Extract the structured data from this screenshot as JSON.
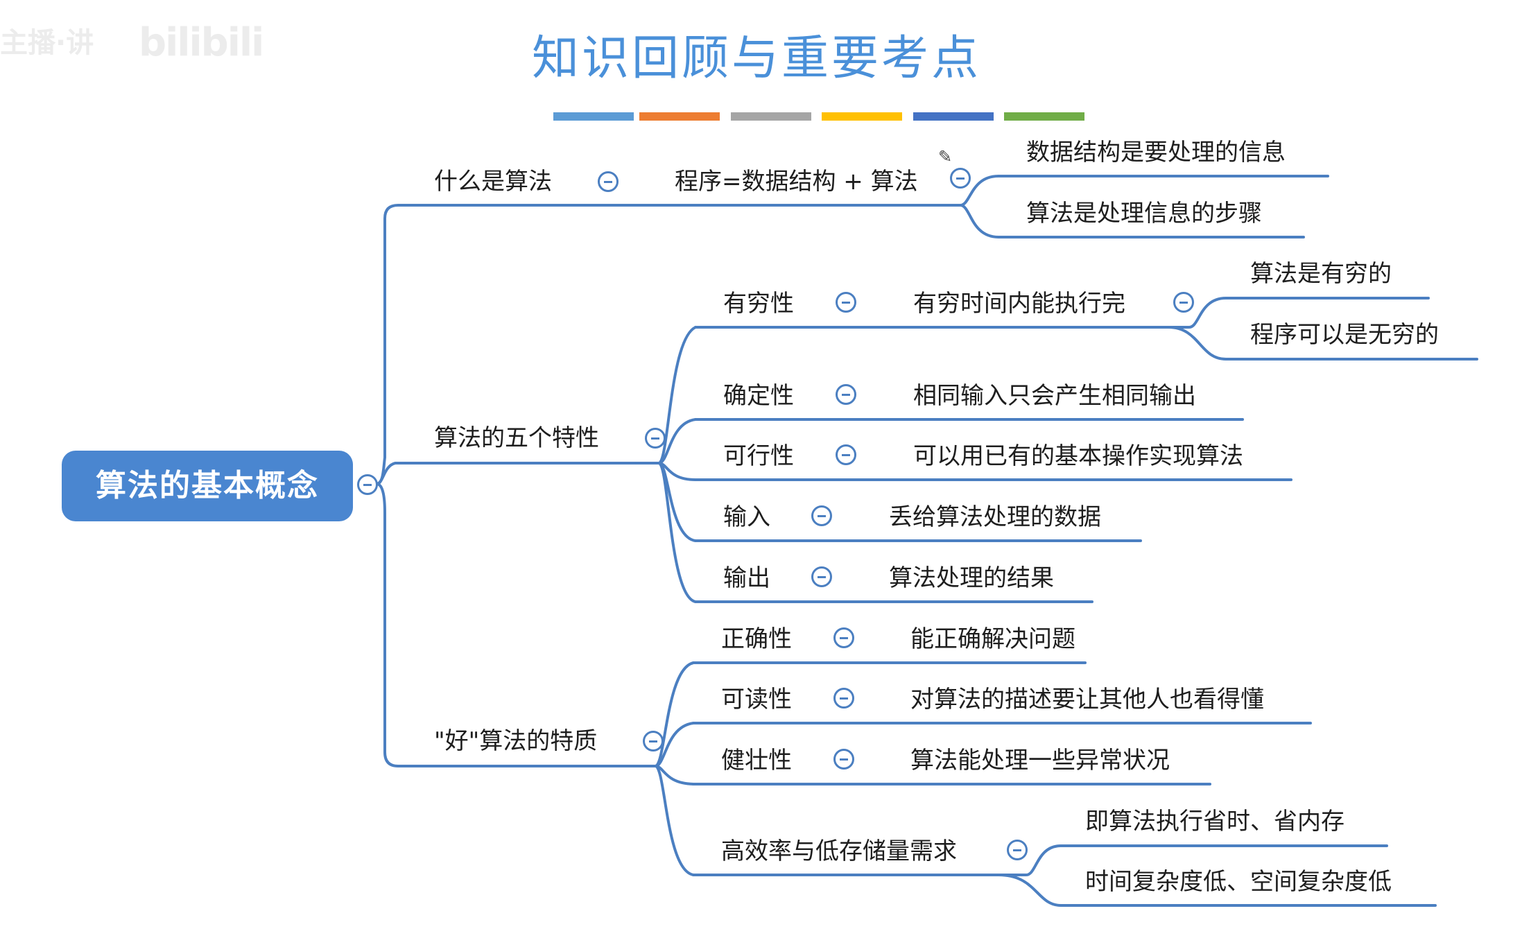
{
  "watermark": {
    "text_left": "主播·讲",
    "brand": "bilibili"
  },
  "title": "知识回顾与重要考点",
  "stripe_colors": [
    "#5b9bd5",
    "#ed7d31",
    "#a5a5a5",
    "#ffc000",
    "#4472c4",
    "#70ad47"
  ],
  "link_color": "#4b7fc1",
  "root": "算法的基本概念",
  "what": {
    "label": "什么是算法",
    "formula": "程序=数据结构 + 算法",
    "children": [
      "数据结构是要处理的信息",
      "算法是处理信息的步骤"
    ]
  },
  "five": {
    "label": "算法的五个特性",
    "items": [
      {
        "label": "有穷性",
        "desc": "有穷时间内能执行完",
        "children": [
          "算法是有穷的",
          "程序可以是无穷的"
        ]
      },
      {
        "label": "确定性",
        "desc": "相同输入只会产生相同输出"
      },
      {
        "label": "可行性",
        "desc": "可以用已有的基本操作实现算法"
      },
      {
        "label": "输入",
        "desc": "丢给算法处理的数据"
      },
      {
        "label": "输出",
        "desc": "算法处理的结果"
      }
    ]
  },
  "good": {
    "label": "\"好\"算法的特质",
    "items": [
      {
        "label": "正确性",
        "desc": "能正确解决问题"
      },
      {
        "label": "可读性",
        "desc": "对算法的描述要让其他人也看得懂"
      },
      {
        "label": "健壮性",
        "desc": "算法能处理一些异常状况"
      },
      {
        "label": "高效率与低存储量需求",
        "children": [
          "即算法执行省时、省内存",
          "时间复杂度低、空间复杂度低"
        ]
      }
    ]
  }
}
